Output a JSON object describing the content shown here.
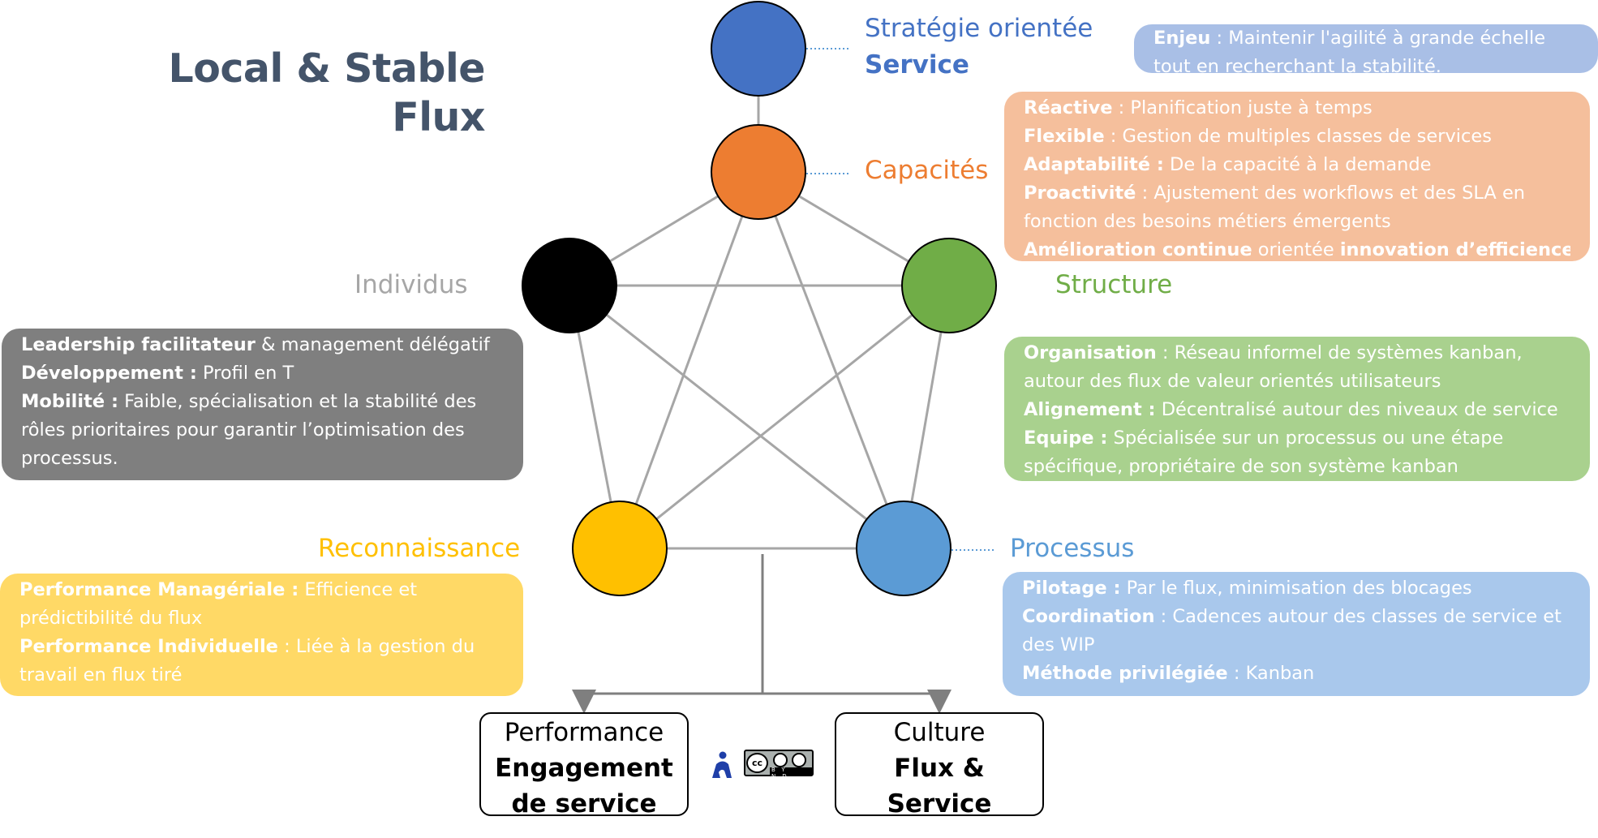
{
  "title": {
    "line1": "Local & Stable",
    "line2": "Flux"
  },
  "nodes": {
    "strategie": {
      "label_line1": "Stratégie orientée",
      "label_line2": "Service",
      "color": "#4472c4"
    },
    "capacites": {
      "label": "Capacités",
      "color": "#ed7d31"
    },
    "individus": {
      "label": "Individus",
      "color": "#000000",
      "label_color": "#a6a6a6"
    },
    "structure": {
      "label": "Structure",
      "color": "#70ad47"
    },
    "reconnaissance": {
      "label": "Reconnaissance",
      "color": "#ffc000"
    },
    "processus": {
      "label": "Processus",
      "color": "#5b9bd5"
    }
  },
  "boxes": {
    "enjeu": {
      "color": "#a9bfe6",
      "lines": [
        {
          "bold": "Enjeu",
          "text": " : Maintenir l'agilité à grande échelle"
        },
        {
          "bold": "",
          "text": "tout en recherchant la stabilité."
        }
      ]
    },
    "capacites": {
      "color": "#f5bf9c",
      "lines": [
        {
          "bold": "Réactive",
          "text": " : Planification juste à temps"
        },
        {
          "bold": "Flexible",
          "text": " : Gestion de multiples classes de services"
        },
        {
          "bold": "Adaptabilité :",
          "text": " De la capacité à la demande"
        },
        {
          "bold": "Proactivité",
          "text": " : Ajustement des workflows et des SLA en"
        },
        {
          "bold": "",
          "text": "fonction des besoins métiers émergents"
        },
        {
          "bold": "Amélioration continue",
          "text": " orientée ",
          "bold2": "innovation d’efficience"
        }
      ]
    },
    "individus": {
      "color": "#7f7f7f",
      "lines": [
        {
          "bold": "Leadership facilitateur",
          "text": " & management délégatif"
        },
        {
          "bold": "Développement :",
          "text": " Profil en T"
        },
        {
          "bold": "Mobilité :",
          "text": " Faible, spécialisation et la stabilité des"
        },
        {
          "bold": "",
          "text": "rôles prioritaires pour garantir l’optimisation des"
        },
        {
          "bold": "",
          "text": "processus."
        }
      ]
    },
    "structure": {
      "color": "#a9d18e",
      "lines": [
        {
          "bold": "Organisation",
          "text": " : Réseau informel de systèmes kanban,"
        },
        {
          "bold": "",
          "text": "autour des flux de valeur orientés utilisateurs"
        },
        {
          "bold": "Alignement :",
          "text": " Décentralisé autour des niveaux de service"
        },
        {
          "bold": "Equipe :",
          "text": " Spécialisée sur un processus ou une étape"
        },
        {
          "bold": "",
          "text": "spécifique, propriétaire de son système kanban"
        }
      ]
    },
    "reconnaissance": {
      "color": "#ffd966",
      "lines": [
        {
          "bold": "Performance Managériale :",
          "text": " Efficience et"
        },
        {
          "bold": "",
          "text": "prédictibilité du flux"
        },
        {
          "bold": "Performance Individuelle",
          "text": " : Liée à la gestion du"
        },
        {
          "bold": "",
          "text": "travail en flux tiré"
        }
      ]
    },
    "processus": {
      "color": "#a9c8ec",
      "lines": [
        {
          "bold": "Pilotage :",
          "text": " Par le flux, minimisation des blocages"
        },
        {
          "bold": "Coordination",
          "text": " : Cadences autour des classes de service et"
        },
        {
          "bold": "",
          "text": "des WIP"
        },
        {
          "bold": "Méthode privilégiée",
          "text": " : Kanban"
        }
      ]
    }
  },
  "outcomes": {
    "performance": {
      "line1": "Performance",
      "line2": "Engagement",
      "line3": "de service"
    },
    "culture": {
      "line1": "Culture",
      "line2": "Flux &",
      "line3": "Service"
    }
  },
  "license": {
    "cc": "cc",
    "tags": "BY ND"
  },
  "colors": {
    "connector": "#a6a6a6",
    "title": "#44546a"
  }
}
